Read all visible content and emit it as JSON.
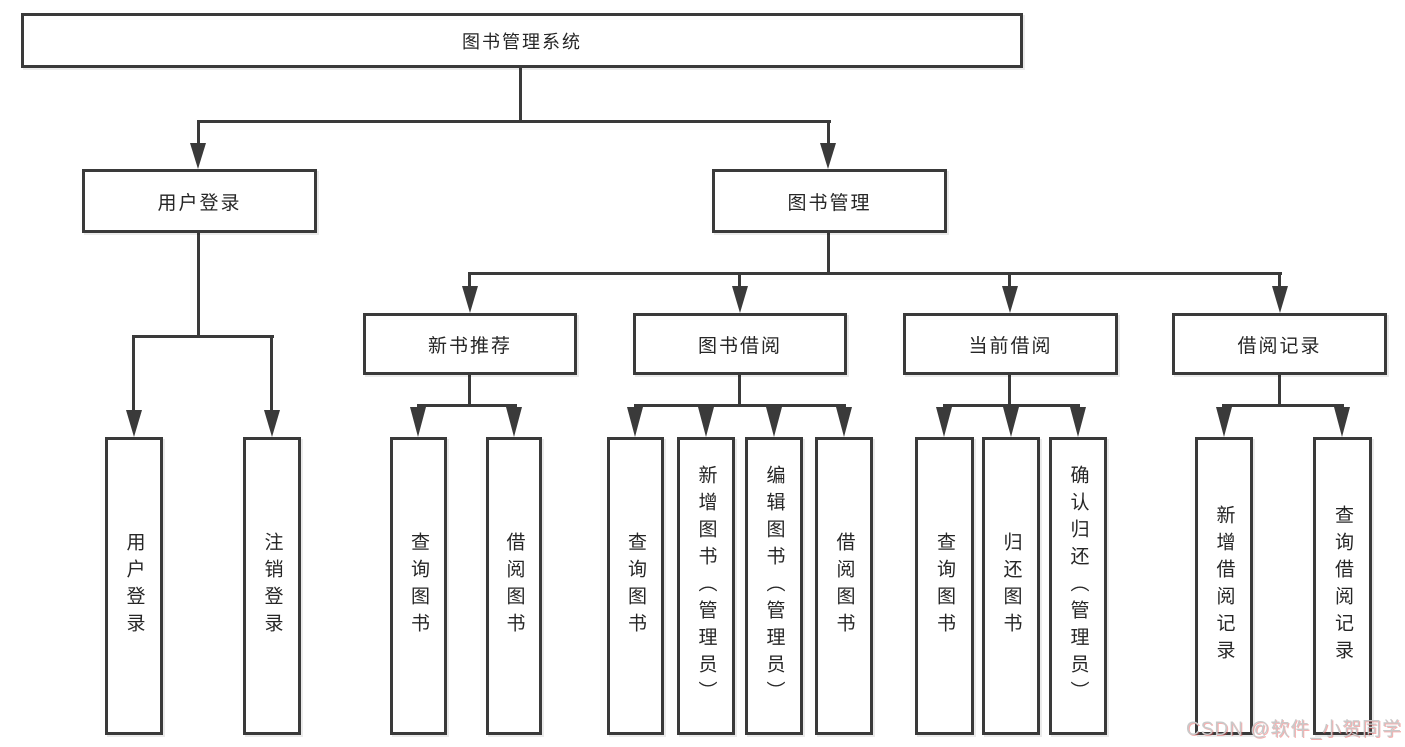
{
  "diagram": {
    "root": "图书管理系统",
    "branches": {
      "user_login": {
        "label": "用户登录",
        "children": [
          "用户登录",
          "注销登录"
        ]
      },
      "book_mgmt": {
        "label": "图书管理",
        "groups": [
          {
            "label": "新书推荐",
            "children": [
              "查询图书",
              "借阅图书"
            ]
          },
          {
            "label": "图书借阅",
            "children": [
              "查询图书",
              "新增图书（管理员）",
              "编辑图书（管理员）",
              "借阅图书"
            ]
          },
          {
            "label": "当前借阅",
            "children": [
              "查询图书",
              "归还图书",
              "确认归还（管理员）"
            ]
          },
          {
            "label": "借阅记录",
            "children": [
              "新增借阅记录",
              "查询借阅记录"
            ]
          }
        ]
      }
    }
  },
  "watermark": "CSDN @软件_小贺同学",
  "colors": {
    "line": "#3a3a3a",
    "box_border": "#3a3a3a",
    "box_fill": "#ffffff",
    "text": "#262626",
    "watermark_text": "#c9c9c9",
    "background": "#ffffff"
  }
}
